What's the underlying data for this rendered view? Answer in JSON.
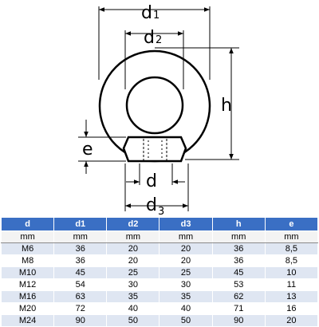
{
  "diagram": {
    "labels": {
      "d1": {
        "main": "d",
        "sub": "1"
      },
      "d2": {
        "main": "d",
        "sub": "2"
      },
      "d3": {
        "main": "d",
        "sub": "3"
      },
      "d": "d",
      "h": "h",
      "e": "e"
    },
    "colors": {
      "line": "#000000",
      "header": "#3a6fc4",
      "stripe": "#dfe6f2"
    }
  },
  "table": {
    "headers": [
      "d",
      "d1",
      "d2",
      "d3",
      "h",
      "e"
    ],
    "units": [
      "mm",
      "mm",
      "mm",
      "mm",
      "mm",
      "mm"
    ],
    "rows": [
      [
        "M6",
        "36",
        "20",
        "20",
        "36",
        "8,5"
      ],
      [
        "M8",
        "36",
        "20",
        "20",
        "36",
        "8,5"
      ],
      [
        "M10",
        "45",
        "25",
        "25",
        "45",
        "10"
      ],
      [
        "M12",
        "54",
        "30",
        "30",
        "53",
        "11"
      ],
      [
        "M16",
        "63",
        "35",
        "35",
        "62",
        "13"
      ],
      [
        "M20",
        "72",
        "40",
        "40",
        "71",
        "16"
      ],
      [
        "M24",
        "90",
        "50",
        "50",
        "90",
        "20"
      ]
    ]
  }
}
